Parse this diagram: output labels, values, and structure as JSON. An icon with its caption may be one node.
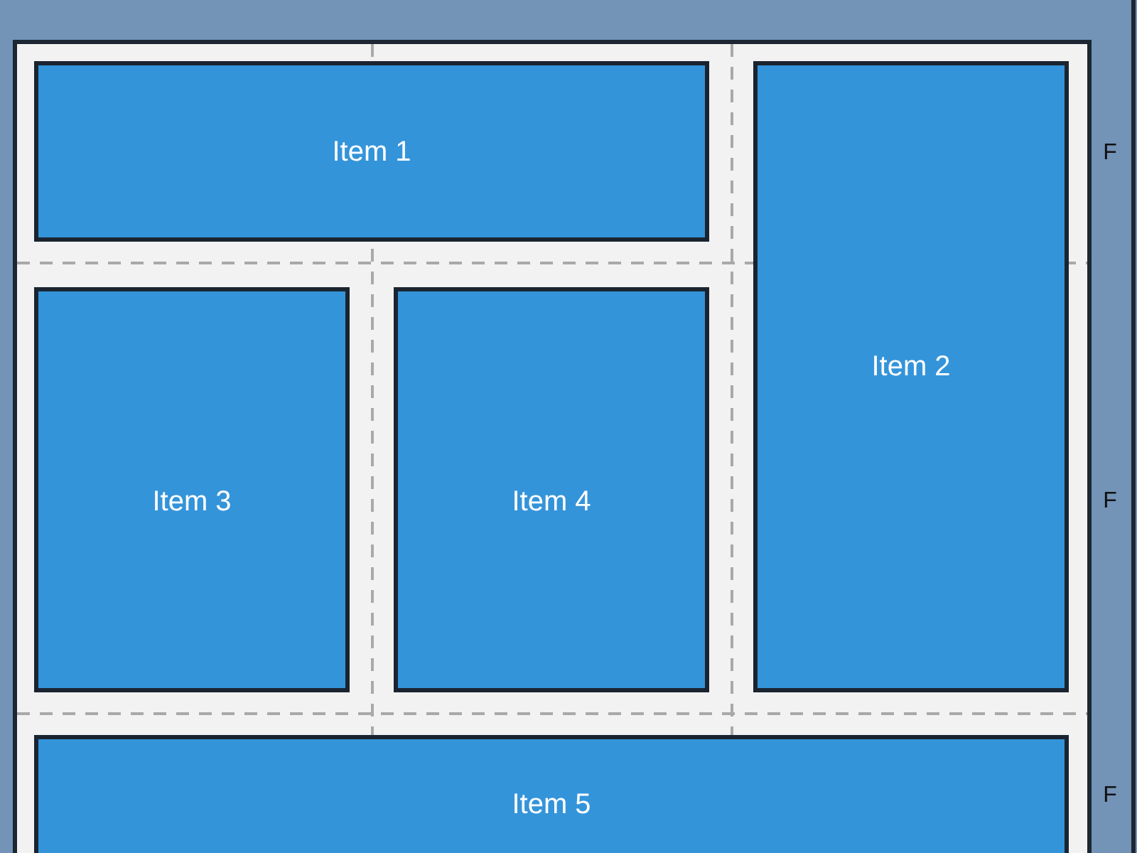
{
  "diagram": {
    "nodes": [
      {
        "text": [],
        "shape": "box"
      },
      {
        "text": [
          "Item 1"
        ],
        "in": 0
      },
      {
        "text": [
          "Item 2"
        ],
        "in": 0
      },
      {
        "text": [
          "Item 3"
        ],
        "in": 0
      },
      {
        "text": [
          "Item 4"
        ],
        "in": 0
      },
      {
        "text": [
          "Item 5"
        ],
        "in": 0
      }
    ],
    "labels": [
      "F",
      "F",
      "F"
    ]
  }
}
